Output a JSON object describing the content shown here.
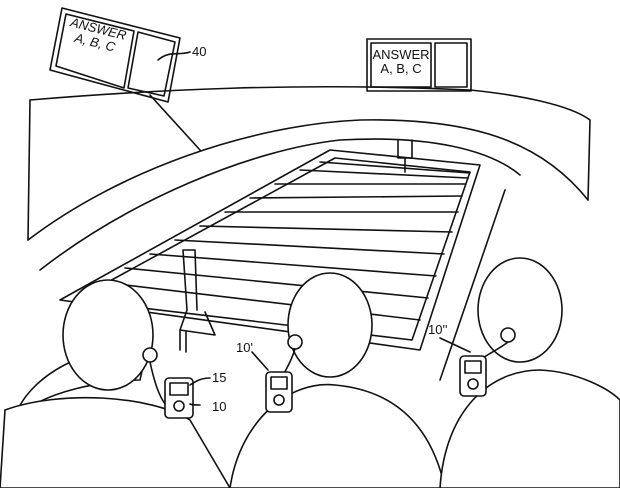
{
  "signs": [
    {
      "line1": "ANSWER",
      "line2": "A, B, C"
    },
    {
      "line1": "ANSWER",
      "line2": "A, B, C"
    }
  ],
  "reference_numerals": {
    "sign": "40",
    "device_a": "10",
    "earpiece": "15",
    "device_b": "10'",
    "device_c": "10''"
  }
}
